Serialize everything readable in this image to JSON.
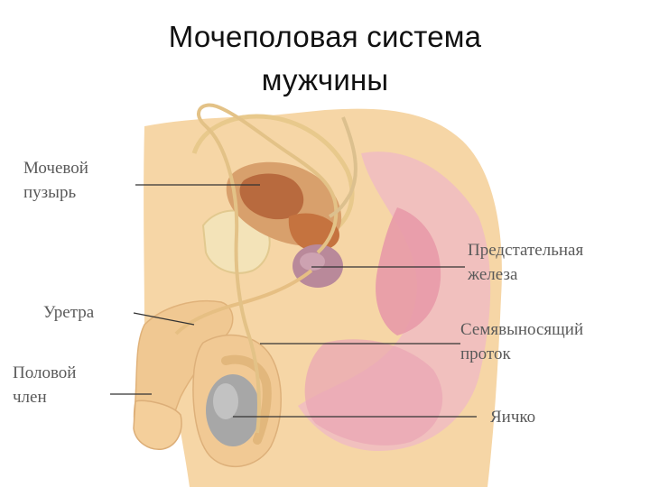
{
  "title": {
    "line1": "Мочеполовая система",
    "line2": "мужчины"
  },
  "labels": {
    "bladder": {
      "line1": "Мочевой",
      "line2": "пузырь"
    },
    "urethra": {
      "line1": "Уретра"
    },
    "penis": {
      "line1": "Половой",
      "line2": "член"
    },
    "prostate": {
      "line1": "Предстательная",
      "line2": "железа"
    },
    "vas_deferens": {
      "line1": "Семявыносящий",
      "line2": "проток"
    },
    "testis": {
      "line1": "Яичко"
    }
  },
  "colors": {
    "skin": "#f7d9a6",
    "tissue_pink": "#f1b9c0",
    "tissue_rose": "#e69aa6",
    "bladder": "#d9a06a",
    "bladder_inner": "#c46b3a",
    "prostate": "#b98a9a",
    "testis": "#a9a9a9",
    "duct": "#e8c98c",
    "leader": "#333333",
    "title": "#111111"
  }
}
